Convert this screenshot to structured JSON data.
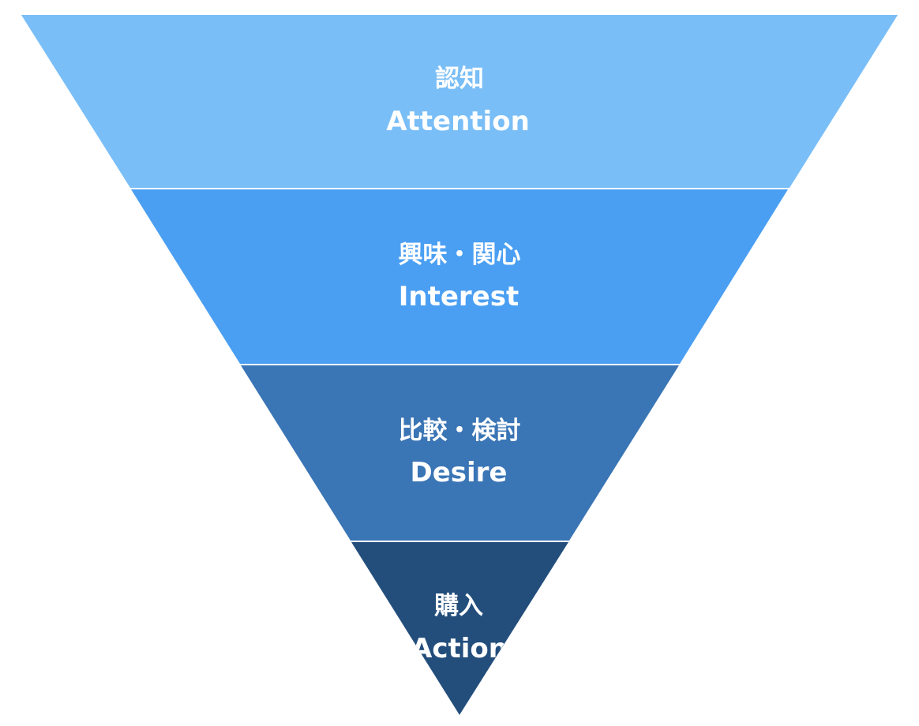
{
  "funnel": {
    "stages": [
      {
        "label_jp": "認知",
        "label_en": "Attention",
        "color": "#79BEF7"
      },
      {
        "label_jp": "興味・関心",
        "label_en": "Interest",
        "color": "#4A9FF2"
      },
      {
        "label_jp": "比較・検討",
        "label_en": "Desire",
        "color": "#3A75B5"
      },
      {
        "label_jp": "購入",
        "label_en": "Action",
        "color": "#234E7C"
      }
    ]
  }
}
